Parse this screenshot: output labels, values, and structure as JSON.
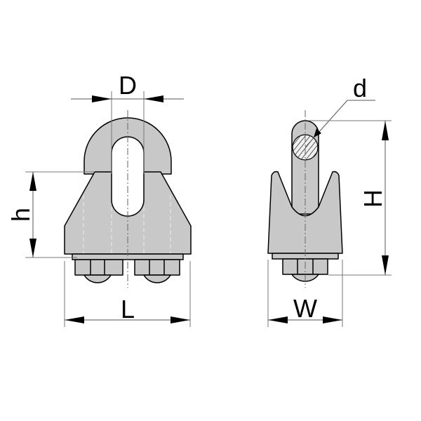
{
  "drawing": {
    "title": "Wire rope clip dimension drawing",
    "colors": {
      "part_fill": "#c8c8c8",
      "outline": "#000000",
      "dimension_line": "#555555",
      "background": "#ffffff"
    },
    "front_view": {
      "labels": {
        "D": "D",
        "h": "h",
        "L": "L"
      }
    },
    "side_view": {
      "labels": {
        "d": "d",
        "H": "H",
        "W": "W"
      }
    }
  }
}
